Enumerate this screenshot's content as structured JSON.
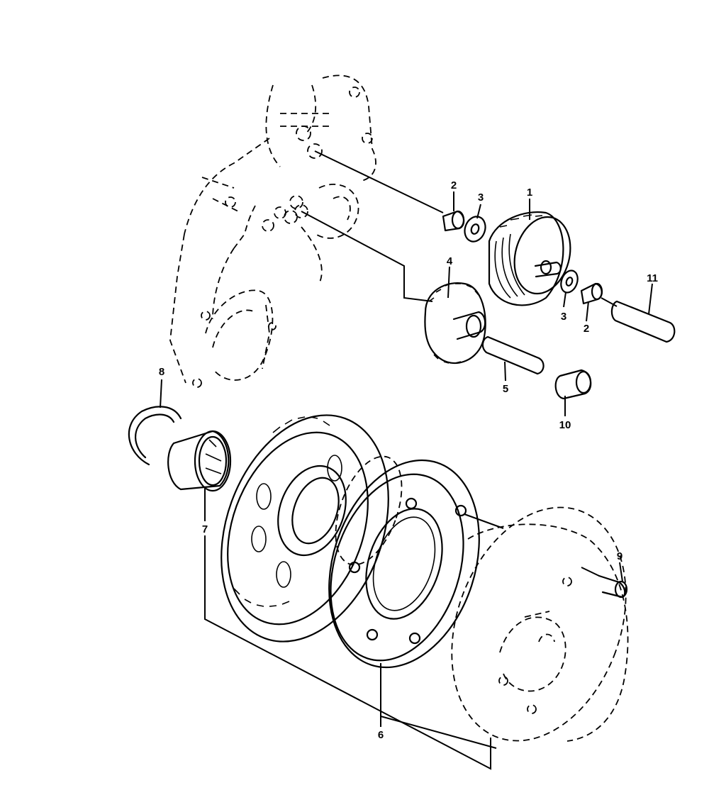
{
  "diagram": {
    "callouts": [
      {
        "id": "c1",
        "label": "1"
      },
      {
        "id": "c2a",
        "label": "2"
      },
      {
        "id": "c3a",
        "label": "3"
      },
      {
        "id": "c3b",
        "label": "3"
      },
      {
        "id": "c2b",
        "label": "2"
      },
      {
        "id": "c11",
        "label": "11"
      },
      {
        "id": "c4",
        "label": "4"
      },
      {
        "id": "c5",
        "label": "5"
      },
      {
        "id": "c10",
        "label": "10"
      },
      {
        "id": "c8",
        "label": "8"
      },
      {
        "id": "c7",
        "label": "7"
      },
      {
        "id": "c9",
        "label": "9"
      },
      {
        "id": "c6",
        "label": "6"
      }
    ]
  }
}
